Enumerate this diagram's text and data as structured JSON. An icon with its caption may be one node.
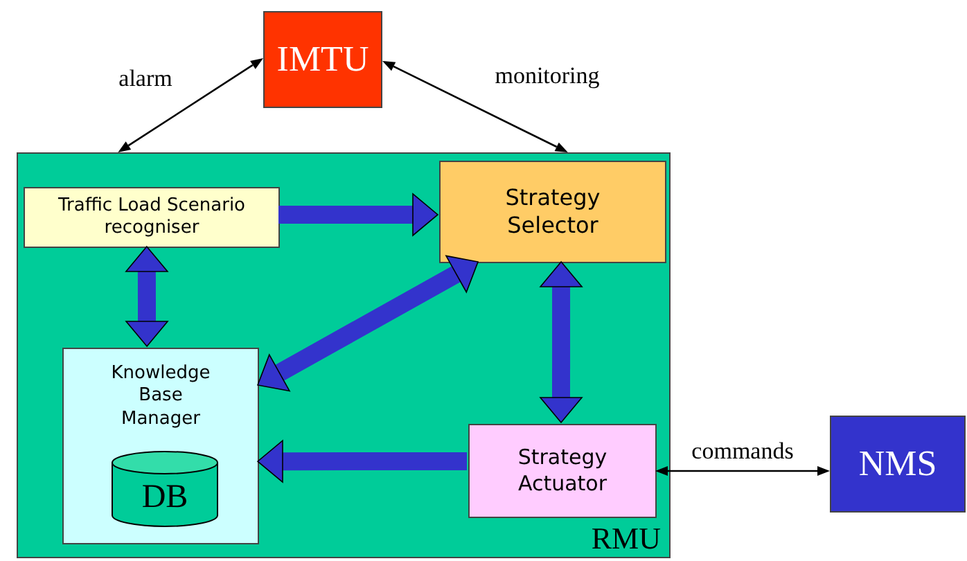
{
  "diagram": {
    "nodes": [
      {
        "text": [
          "IMTU"
        ]
      },
      {
        "text": [
          "RMU"
        ]
      },
      {
        "text": [
          "Traffic Load Scenario recogniser"
        ],
        "in": 1
      },
      {
        "text": [
          "Strategy Selector"
        ],
        "in": 1
      },
      {
        "text": [
          "Knowledge Base Manager"
        ],
        "in": 1
      },
      {
        "text": [
          "DB"
        ],
        "in": 4
      },
      {
        "text": [
          "Strategy Actuator"
        ],
        "in": 1
      },
      {
        "text": [
          "NMS"
        ]
      }
    ],
    "edges": [
      {
        "from": 0,
        "to": 1,
        "arrow": "both",
        "label": "alarm",
        "color": "#000000"
      },
      {
        "from": 0,
        "to": 1,
        "arrow": "both",
        "label": "monitoring",
        "color": "#000000"
      },
      {
        "from": 2,
        "to": 3,
        "arrow": "to"
      },
      {
        "from": 2,
        "to": 4,
        "arrow": "both"
      },
      {
        "from": 4,
        "to": 3,
        "arrow": "both"
      },
      {
        "from": 3,
        "to": 6,
        "arrow": "both"
      },
      {
        "from": 6,
        "to": 4,
        "arrow": "to"
      },
      {
        "from": 6,
        "to": 7,
        "arrow": "both",
        "label": "commands",
        "color": "#000000"
      }
    ]
  }
}
